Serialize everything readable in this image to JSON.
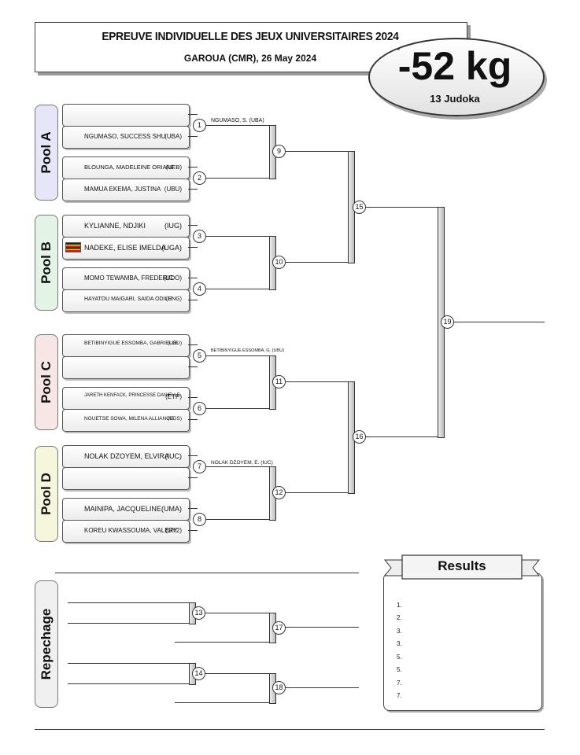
{
  "header": {
    "title": "EPREUVE INDIVIDUELLE DES JEUX UNIVERSITAIRES 2024",
    "subtitle": "GAROUA (CMR), 26 May 2024",
    "weight": "-52 kg",
    "count": "13 Judoka",
    "mark": "*"
  },
  "pools": [
    {
      "label": "Pool A",
      "color": "#e6e6f8"
    },
    {
      "label": "Pool B",
      "color": "#e3f4e6"
    },
    {
      "label": "Pool C",
      "color": "#f8e6e6"
    },
    {
      "label": "Pool D",
      "color": "#f6f6dc"
    }
  ],
  "entries": [
    {
      "name": "",
      "code": ""
    },
    {
      "name": "NGUMASO, SUCCESS SHU",
      "code": "(UBA)"
    },
    {
      "name": "BLOUNGA, MADELEINE ORIANE",
      "code": "(UEB)"
    },
    {
      "name": "MAMUA EKEMA, JUSTINA",
      "code": "(UBU)"
    },
    {
      "name": "KYLIANNE, NDJIKI",
      "code": "(IUG)"
    },
    {
      "name": "NADEKE, ELISE IMELDA",
      "code": "(UGA)"
    },
    {
      "name": "MOMO TEWAMBA, FREDERIC",
      "code": "(UDO)"
    },
    {
      "name": "HAYATOU MAIGARI, SAIDA ODILE",
      "code": "(UNG)"
    },
    {
      "name": "BETIBINYIGUE ESSOMBA, GABRIELLE",
      "code": "(UBU)"
    },
    {
      "name": "",
      "code": ""
    },
    {
      "name": "JARETH KENFACK, PRINCESSE DANIELLE",
      "code": "(ETP)"
    },
    {
      "name": "NGUETSE SOWA, MILENA ALLIANCE",
      "code": "(UDS)"
    },
    {
      "name": "NOLAK DZOYEM, ELVIRA",
      "code": "(IUC)"
    },
    {
      "name": "",
      "code": ""
    },
    {
      "name": "MAINIPA, JACQUELINE",
      "code": "(UMA)"
    },
    {
      "name": "KOREU KWASSOUMA, VALERY",
      "code": "(UY2)"
    }
  ],
  "advances": {
    "m1": "NGUMASO, S.  (UBA)",
    "m5": "BETIBINYIGUE ESSOMBA, G. (UBU)",
    "m7": "NOLAK DZOYEM, E.  (IUC)"
  },
  "matches": [
    "1",
    "2",
    "3",
    "4",
    "5",
    "6",
    "7",
    "8",
    "9",
    "10",
    "11",
    "12",
    "13",
    "14",
    "15",
    "16",
    "17",
    "18",
    "19"
  ],
  "repechage_label": "Repechage",
  "results": {
    "title": "Results",
    "places": [
      "1.",
      "2.",
      "3.",
      "3.",
      "5.",
      "5.",
      "7.",
      "7."
    ]
  },
  "colors": {
    "flag_top": "#222222",
    "flag_mid": "#f4c400",
    "flag_bottom": "#d21f1f"
  }
}
